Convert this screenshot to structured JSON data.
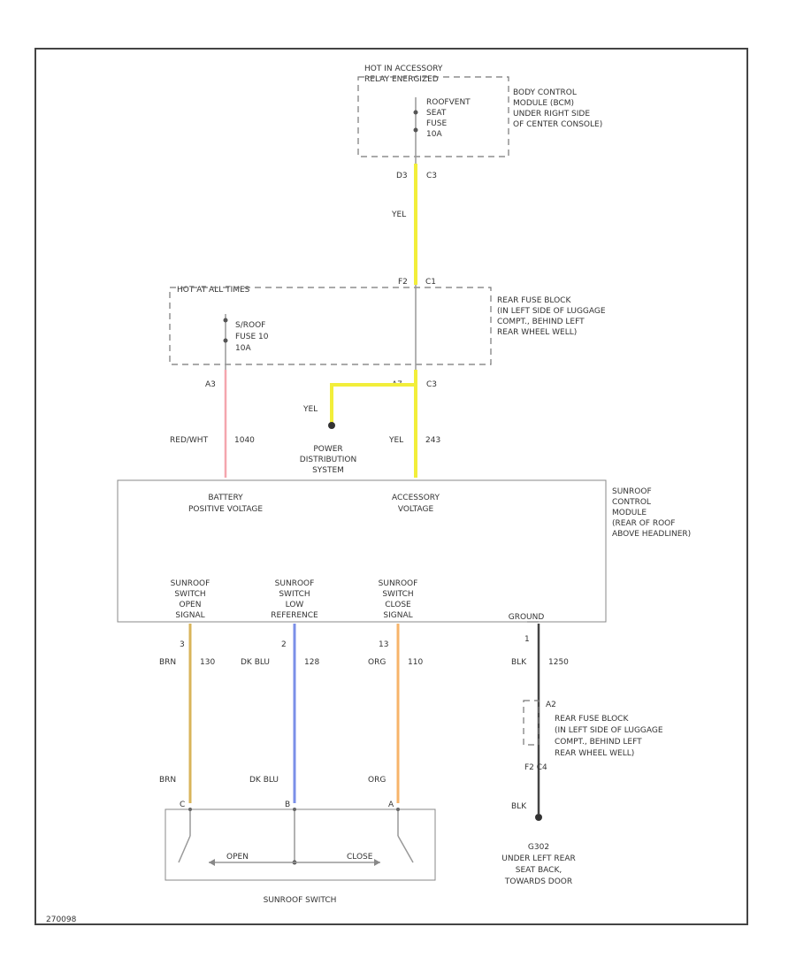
{
  "colors": {
    "yel": "#f2ee3a",
    "red_wht": "#f4a6ae",
    "brn": "#d9b45a",
    "dk_blu": "#7b8fe8",
    "org": "#f7b46a",
    "blk": "#444444",
    "frame": "#444444"
  },
  "hot_acc": {
    "line1": "HOT IN ACCESSORY",
    "line2": "RELAY ENERGIZED"
  },
  "sunroof_fuse": {
    "line1": "ROOFVENT",
    "line2": "SEAT",
    "line3": "FUSE",
    "line4": "10A"
  },
  "bcm": {
    "line1": "BODY CONTROL",
    "line2": "MODULE (BCM)",
    "line3": "UNDER RIGHT SIDE",
    "line4": "OF CENTER CONSOLE)"
  },
  "conn_top": {
    "pin": "D3",
    "conn": "C3"
  },
  "wire_top": {
    "color": "YEL"
  },
  "hot_all": {
    "label": "HOT AT ALL TIMES"
  },
  "roof_fuse": {
    "line1": "S/ROOF",
    "line2": "FUSE 10",
    "line3": "10A"
  },
  "conn_mid": {
    "pin": "F2",
    "conn": "C1"
  },
  "rear_fuse": {
    "line1": "REAR FUSE BLOCK",
    "line2": "(IN LEFT SIDE OF LUGGAGE",
    "line3": "COMPT., BEHIND LEFT",
    "line4": "REAR WHEEL WELL)"
  },
  "conn_a3": {
    "pin": "A3"
  },
  "conn_a7": {
    "pin": "A7",
    "conn": "C3"
  },
  "splice_wire": {
    "color": "YEL"
  },
  "red_wire": {
    "color": "RED/WHT",
    "circuit": "1040"
  },
  "yel_wire2": {
    "color": "YEL",
    "circuit": "243"
  },
  "pds": {
    "line1": "POWER",
    "line2": "DISTRIBUTION",
    "line3": "SYSTEM"
  },
  "module": {
    "battery1": "BATTERY",
    "battery2": "POSITIVE VOLTAGE",
    "accessory1": "ACCESSORY",
    "accessory2": "VOLTAGE",
    "open1": "SUNROOF",
    "open2": "SWITCH",
    "open3": "OPEN",
    "open4": "SIGNAL",
    "low1": "SUNROOF",
    "low2": "SWITCH",
    "low3": "LOW",
    "low4": "REFERENCE",
    "close1": "SUNROOF",
    "close2": "SWITCH",
    "close3": "CLOSE",
    "close4": "SIGNAL",
    "ground": "GROUND"
  },
  "sunroof_module": {
    "line1": "SUNROOF",
    "line2": "CONTROL",
    "line3": "MODULE",
    "line4": "(REAR OF ROOF",
    "line5": "ABOVE HEADLINER)"
  },
  "pins": {
    "brn": "3",
    "blu": "2",
    "org": "13",
    "gnd": "1"
  },
  "brn_wire": {
    "color": "BRN",
    "circuit": "130"
  },
  "blu_wire": {
    "color": "DK BLU",
    "circuit": "128"
  },
  "org_wire": {
    "color": "ORG",
    "circuit": "110"
  },
  "blk_wire": {
    "color": "BLK",
    "circuit": "1250"
  },
  "gnd_conn": {
    "top": "A2",
    "bottom": "F2 C4"
  },
  "rear_fuse2": {
    "line1": "REAR FUSE BLOCK",
    "line2": "(IN LEFT SIDE OF LUGGAGE",
    "line3": "COMPT., BEHIND LEFT",
    "line4": "REAR WHEEL WELL)"
  },
  "brn_lower": "BRN",
  "blu_lower": "DK BLU",
  "org_lower": "ORG",
  "blk_lower": "BLK",
  "switch_pins": {
    "c": "C",
    "b": "B",
    "a": "A"
  },
  "switch": {
    "open": "OPEN",
    "close": "CLOSE",
    "name": "SUNROOF SWITCH"
  },
  "ground_loc": {
    "line1": "G302",
    "line2": "UNDER LEFT REAR",
    "line3": "SEAT BACK,",
    "line4": "TOWARDS DOOR"
  },
  "fig_id": "270098"
}
